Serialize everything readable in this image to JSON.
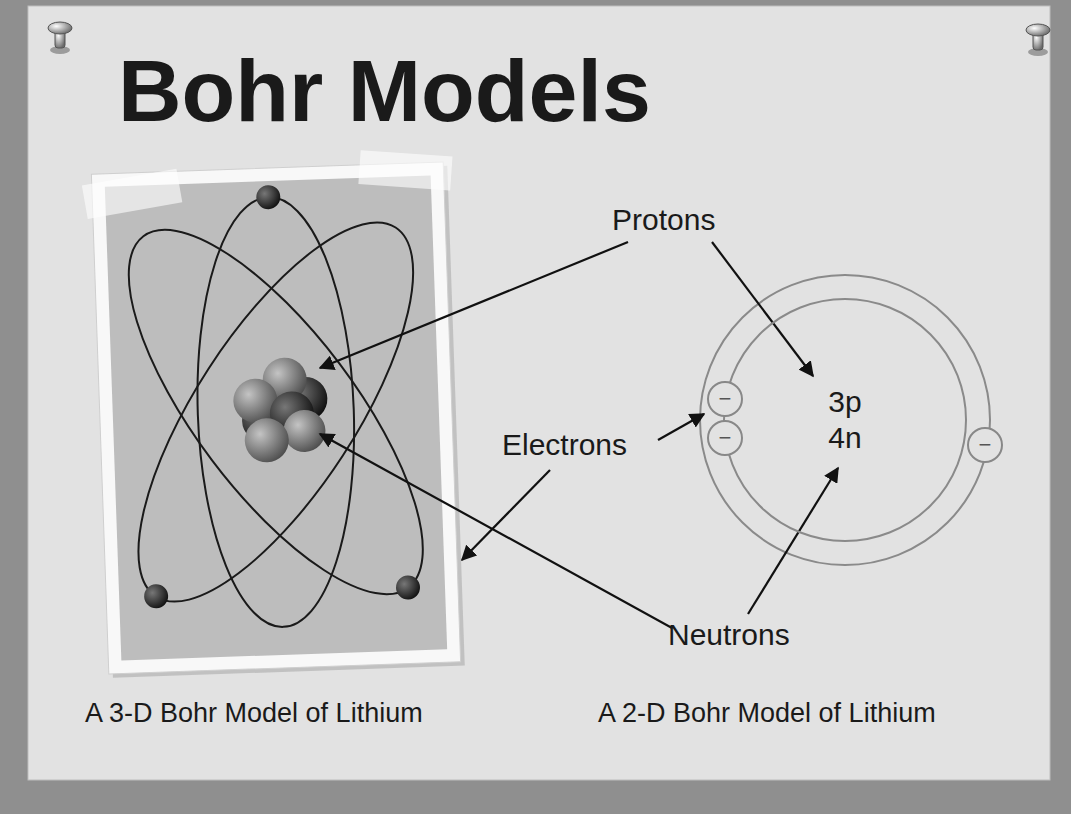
{
  "diagram": {
    "title": "Bohr Models",
    "nodes": [
      {
        "text": [
          "3p",
          "4n"
        ]
      },
      {
        "text": [
          "−"
        ]
      },
      {
        "text": [
          "−"
        ]
      },
      {
        "text": [
          "−"
        ]
      }
    ],
    "labels": [
      "Protons",
      "Electrons",
      "Neutrons",
      "A 3-D Bohr Model of Lithium",
      "A 2-D Bohr Model of Lithium"
    ]
  }
}
